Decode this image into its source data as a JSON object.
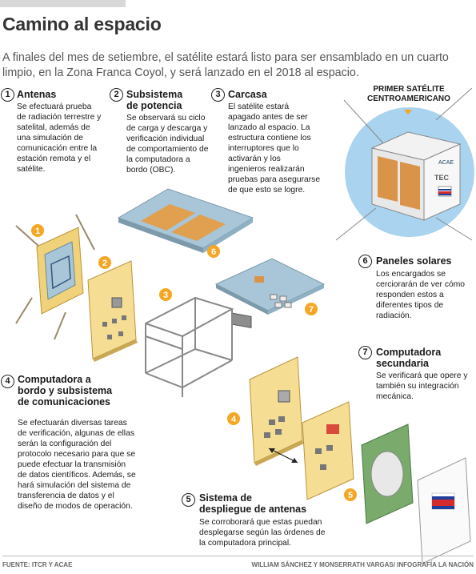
{
  "title": "Camino al espacio",
  "intro": "A finales del mes de setiembre, el satélite estará listo para ser ensamblado en un cuarto limpio, en la Zona Franca Coyol, y será lanzado en el 2018 al espacio.",
  "callout_label": [
    "PRIMER SATÉLITE",
    "CENTROAMERICANO"
  ],
  "sections": [
    {
      "num": "1",
      "title": [
        "Antenas"
      ],
      "lines": [
        "Se efectuará prueba",
        "de radiación terrestre y",
        "satelital, además de",
        "una simulación de",
        "comunicación entre la",
        "estación remota y el",
        "satélite."
      ]
    },
    {
      "num": "2",
      "title": [
        "Subsistema",
        "de potencia"
      ],
      "lines": [
        "Se observará su ciclo",
        "de carga y descarga y",
        "verificación individual",
        "de comportamiento de",
        "la computadora a",
        "bordo (OBC)."
      ]
    },
    {
      "num": "3",
      "title": [
        "Carcasa"
      ],
      "lines": [
        "El satélite estará",
        "apagado antes de ser",
        "lanzado al espacio. La",
        "estructura contiene los",
        "interruptores que lo",
        "activarán y los",
        "ingenieros realizarán",
        "pruebas para asegurarse",
        "de que esto se logre."
      ]
    },
    {
      "num": "6",
      "title": [
        "Paneles solares"
      ],
      "lines": [
        "Los encargados se",
        "cerciorarán de ver cómo",
        "responden estos a",
        "diferentes tipos de",
        "radiación."
      ]
    },
    {
      "num": "7",
      "title": [
        "Computadora",
        "secundaria"
      ],
      "lines": [
        "Se verificará que opere y",
        "también su integración",
        "mecánica."
      ]
    },
    {
      "num": "4",
      "title": [
        "Computadora a",
        "bordo y subsistema",
        "de comunicaciones"
      ],
      "lines": [
        "Se efectuarán diversas tareas",
        "de verificación, algunas de ellas",
        "serán la configuración del",
        "protocolo necesario para que se",
        "puede efectuar la transmisión",
        "de datos científicos. Además, se",
        "hará simulación del sistema de",
        "transferencia de datos y el",
        "diseño de modos de operación."
      ]
    },
    {
      "num": "5",
      "title": [
        "Sistema de",
        "despliegue de antenas"
      ],
      "lines": [
        "Se corroborará que estas puedan",
        "desplegarse según las órdenes de",
        "la computadora principal."
      ]
    }
  ],
  "diagram_labels": [
    "1",
    "2",
    "3",
    "6",
    "7",
    "4",
    "5"
  ],
  "sat_text": {
    "brand": "ACAE",
    "logo": "TEC"
  },
  "source": "FUENTE: ITCR Y ACAE",
  "credit": "WILLIAM SÁNCHEZ Y MONSERRATH VARGAS/ INFOGRAFÍA LA NACIÓN",
  "colors": {
    "accent": "#f5a623",
    "board": "#f2d889",
    "panel": "#a8c6d8",
    "globe": "#a9d3ee",
    "solar": "#e0a050"
  }
}
